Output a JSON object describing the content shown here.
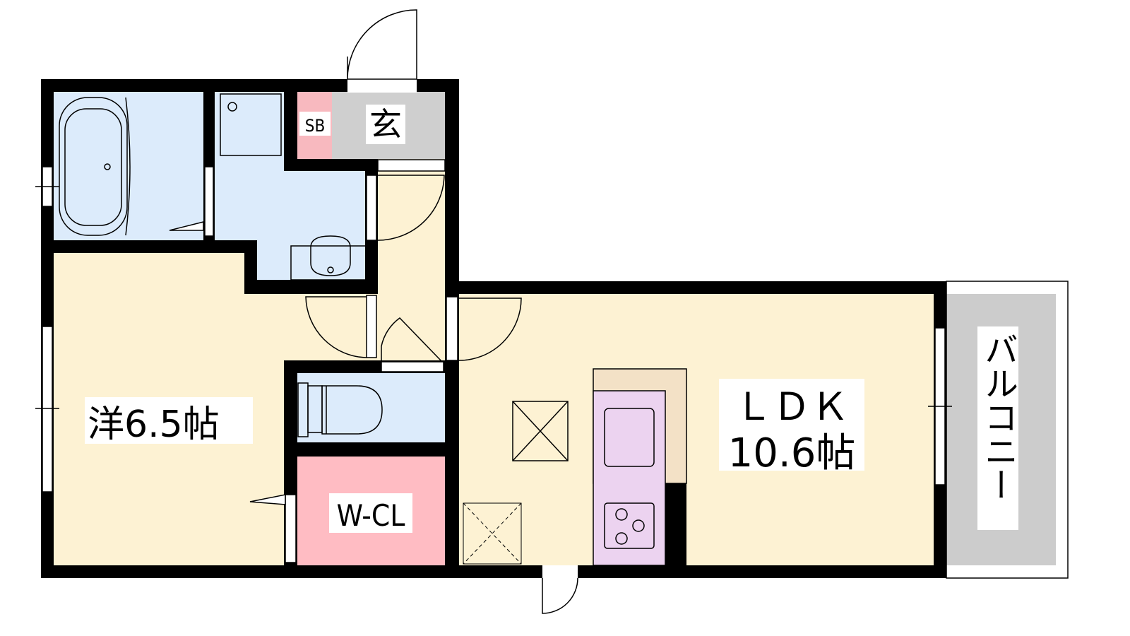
{
  "floorplan": {
    "rooms": {
      "entrance": "玄",
      "shoebox": "SB",
      "western_room_name": "洋",
      "western_room_size": "6.5帖",
      "walk_in_closet": "W-CL",
      "ldk_name": "ＬＤＫ",
      "ldk_size": "10.6帖",
      "balcony": "バルコニー"
    }
  },
  "colors": {
    "wall": "#000000",
    "wet_area": "#dcebfb",
    "living": "#fdf2d3",
    "entrance": "#cfcfcf",
    "shoebox": "#f8b9bf",
    "closet": "#ffbcc3",
    "balcony": "#cccccc",
    "kitchen": "#ecd3f0",
    "counter": "#f3e1c6"
  }
}
